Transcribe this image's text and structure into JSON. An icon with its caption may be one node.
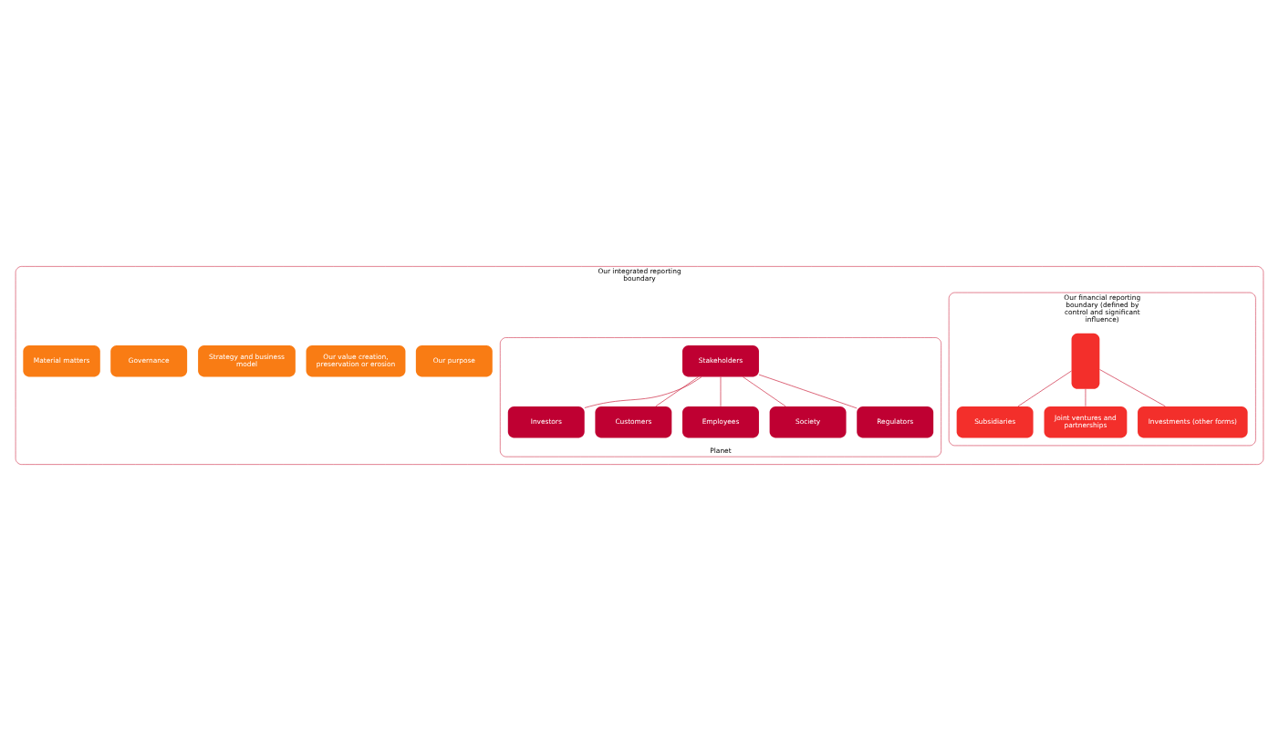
{
  "diagram": {
    "nodes": [
      {
        "text": [
          "Our integrated reporting boundary"
        ]
      },
      {
        "text": [
          "Our purpose"
        ],
        "in": 0
      },
      {
        "text": [
          "Our value creation, preservation or erosion"
        ],
        "in": 0
      },
      {
        "text": [
          "Strategy and business model"
        ],
        "in": 0
      },
      {
        "text": [
          "Governance"
        ],
        "in": 0
      },
      {
        "text": [
          "Material matters"
        ],
        "in": 0
      },
      {
        "text": [
          "Our financial reporting boundary (defined by control and significant influence)"
        ],
        "in": 0
      },
      {
        "text": [],
        "shape": "box",
        "in": 6
      },
      {
        "text": [
          "Subsidiaries"
        ],
        "in": 6
      },
      {
        "text": [
          "Joint ventures and partnerships"
        ],
        "in": 6
      },
      {
        "text": [
          "Investments (other forms)"
        ],
        "in": 6
      },
      {
        "text": [
          "Planet"
        ],
        "in": 0
      },
      {
        "text": [
          "Stakeholders"
        ],
        "in": 11
      },
      {
        "text": [
          "Investors"
        ],
        "in": 11
      },
      {
        "text": [
          "Customers"
        ],
        "in": 11
      },
      {
        "text": [
          "Employees"
        ],
        "in": 11
      },
      {
        "text": [
          "Society"
        ],
        "in": 11
      },
      {
        "text": [
          "Regulators"
        ],
        "in": 11
      }
    ],
    "edges": [
      {
        "from": 7,
        "to": 8,
        "arrow": "none"
      },
      {
        "from": 7,
        "to": 9,
        "arrow": "none"
      },
      {
        "from": 7,
        "to": 10,
        "arrow": "none"
      },
      {
        "from": 12,
        "to": 13,
        "arrow": "none"
      },
      {
        "from": 12,
        "to": 14,
        "arrow": "none"
      },
      {
        "from": 12,
        "to": 15,
        "arrow": "none"
      },
      {
        "from": 12,
        "to": 16,
        "arrow": "none"
      },
      {
        "from": 12,
        "to": 17,
        "arrow": "none"
      }
    ]
  }
}
